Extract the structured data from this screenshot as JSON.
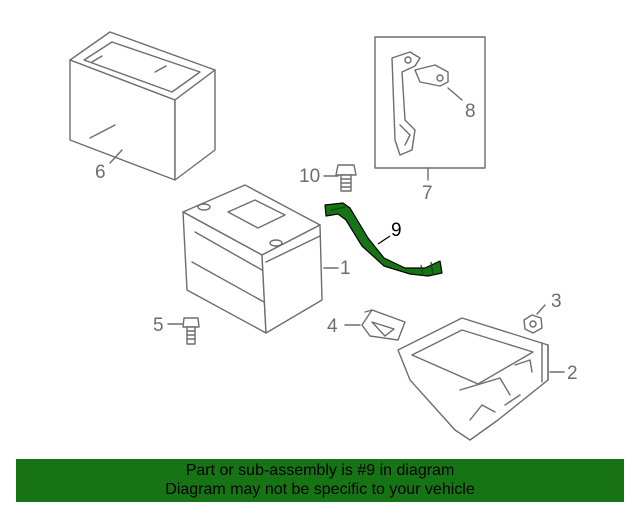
{
  "diagram": {
    "parts": [
      {
        "number": "1",
        "name": "battery"
      },
      {
        "number": "2",
        "name": "battery-tray"
      },
      {
        "number": "3",
        "name": "nut"
      },
      {
        "number": "4",
        "name": "clamp"
      },
      {
        "number": "5",
        "name": "bolt"
      },
      {
        "number": "6",
        "name": "insulator-cover"
      },
      {
        "number": "7",
        "name": "hold-down-assembly"
      },
      {
        "number": "8",
        "name": "bracket"
      },
      {
        "number": "9",
        "name": "cable",
        "highlighted": true
      },
      {
        "number": "10",
        "name": "bolt"
      }
    ],
    "colors": {
      "line": "#6d6d6d",
      "highlight": "#177414",
      "banner": "#177414"
    }
  },
  "banner": {
    "line1": "Part or sub-assembly is #9 in diagram",
    "line2": "Diagram may not be specific to your vehicle"
  }
}
